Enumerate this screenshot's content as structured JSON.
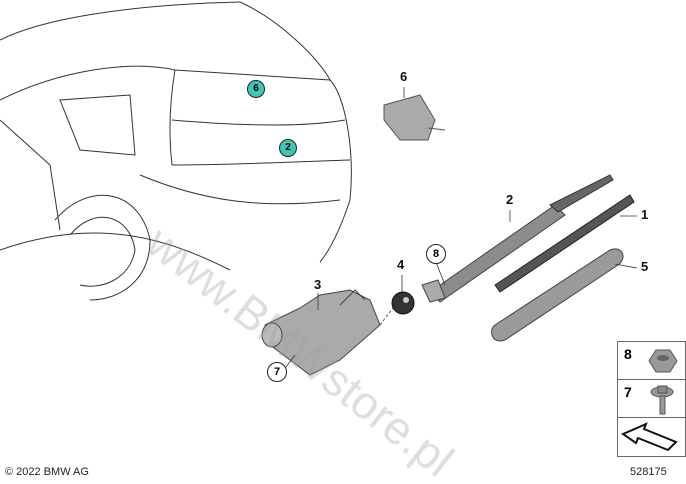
{
  "callouts": {
    "car_ref_6": "6",
    "car_ref_2": "2",
    "part_6": "6",
    "part_2": "2",
    "part_1": "1",
    "part_5": "5",
    "part_3": "3",
    "part_4": "4",
    "part_8": "8",
    "part_7": "7"
  },
  "legend_boxes": [
    {
      "number": "8",
      "icon": "hex-nut-icon"
    },
    {
      "number": "7",
      "icon": "bolt-icon"
    },
    {
      "number": "",
      "icon": "arrow-direction-icon"
    }
  ],
  "watermark": "www.BMWstore.pl",
  "copyright": "© 2022 BMW AG",
  "diagram_id": "528175",
  "colors": {
    "accent": "#3cc8b4",
    "part": "#9a9a9a"
  }
}
